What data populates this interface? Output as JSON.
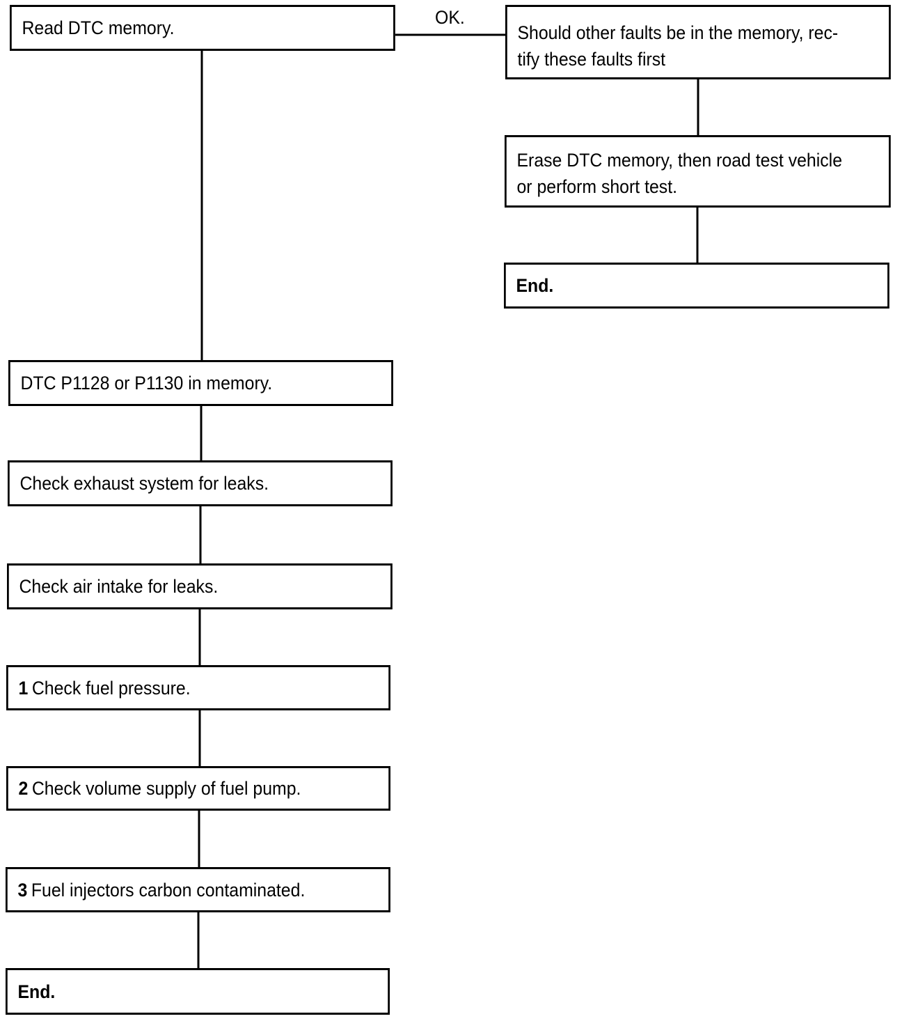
{
  "left_column": [
    {
      "id": "read-dtc",
      "text": "Read DTC memory."
    },
    {
      "id": "dtc-in-memory",
      "text": "DTC P1128 or P1130 in memory."
    },
    {
      "id": "check-exhaust",
      "text": "Check exhaust system for leaks."
    },
    {
      "id": "check-air-intake",
      "text": "Check air intake for leaks."
    },
    {
      "id": "check-fuel-pressure",
      "number": "1",
      "text": "Check fuel pressure."
    },
    {
      "id": "check-fuel-pump",
      "number": "2",
      "text": "Check volume supply of fuel pump."
    },
    {
      "id": "fuel-injectors",
      "number": "3",
      "text": "Fuel injectors carbon contaminated."
    },
    {
      "id": "end-left",
      "text": "End."
    }
  ],
  "right_column": [
    {
      "id": "other-faults",
      "lines": [
        "Should other faults be in the memory, rec-",
        "tify these faults first"
      ]
    },
    {
      "id": "erase-dtc",
      "lines": [
        "Erase DTC memory, then road test vehicle",
        "or perform short test."
      ]
    },
    {
      "id": "end-right",
      "text": "End."
    }
  ],
  "branch_label": "OK."
}
